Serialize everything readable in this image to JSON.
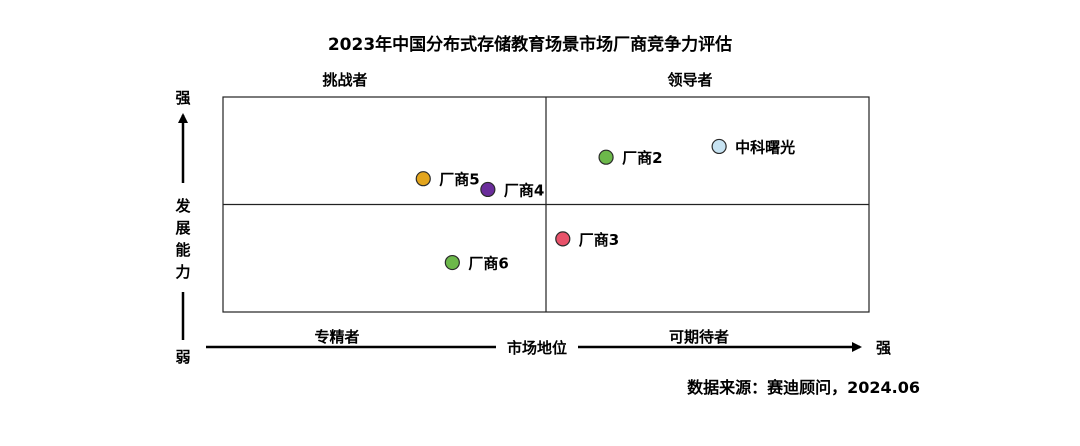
{
  "chart_data": {
    "type": "scatter",
    "title": "2023年中国分布式存储教育场景市场厂商竞争力评估",
    "xlabel": "市场地位",
    "ylabel": "发展能力",
    "x_low_label": "",
    "x_high_label": "强",
    "y_low_label": "弱",
    "y_high_label": "强",
    "xlim": [
      0,
      10
    ],
    "ylim": [
      0,
      10
    ],
    "x_divider": 5,
    "y_divider": 5,
    "grid": false,
    "quadrants": {
      "top_left": "挑战者",
      "top_right": "领导者",
      "bottom_left": "专精者",
      "bottom_right": "可期待者"
    },
    "points": [
      {
        "label": "中科曙光",
        "x": 7.68,
        "y": 7.7,
        "color": "#c7e3f2"
      },
      {
        "label": "厂商2",
        "x": 5.93,
        "y": 7.2,
        "color": "#6cb84a"
      },
      {
        "label": "厂商3",
        "x": 5.26,
        "y": 3.4,
        "color": "#e8526a"
      },
      {
        "label": "厂商4",
        "x": 4.1,
        "y": 5.7,
        "color": "#6a2d9b"
      },
      {
        "label": "厂商5",
        "x": 3.1,
        "y": 6.2,
        "color": "#e3a51d"
      },
      {
        "label": "厂商6",
        "x": 3.55,
        "y": 2.3,
        "color": "#6cb84a"
      }
    ]
  },
  "source": "数据来源：赛迪顾问，2024.06"
}
